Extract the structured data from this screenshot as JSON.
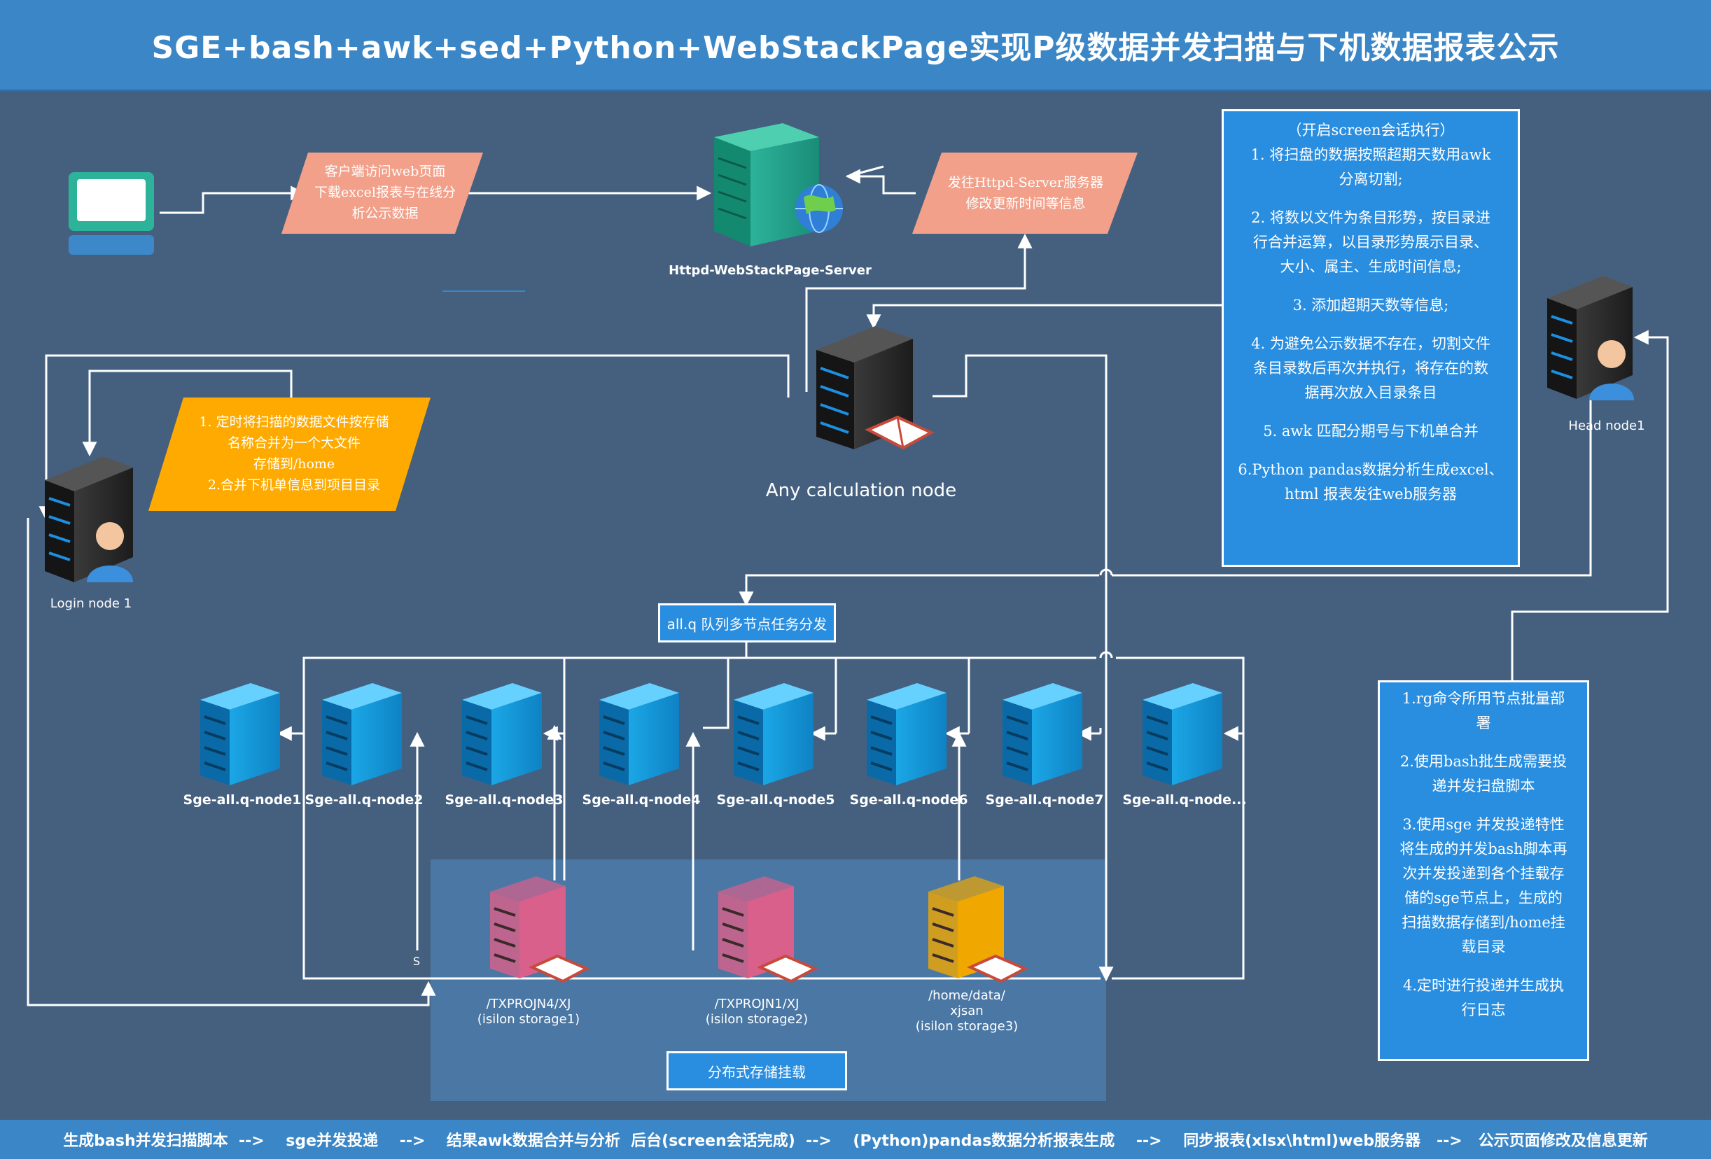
{
  "title": "SGE+bash+awk+sed+Python+WebStackPage实现P级数据并发扫描与下机数据报表公示",
  "footer": "生成bash并发扫描脚本  -->    sge并发投递    -->    结果awk数据合并与分析  后台(screen会话完成)  -->    (Python)pandas数据分析报表生成    -->    同步报表(xlsx\\html)web服务器   -->   公示页面修改及信息更新",
  "client_box": {
    "lines": [
      "客户端访问web页面",
      "下载excel报表与在线分",
      "析公示数据"
    ]
  },
  "send_box": {
    "lines": [
      "发往Httpd-Server服务器",
      "修改更新时间等信息"
    ]
  },
  "httpd_server": {
    "label": "Httpd-WebStackPage-Server"
  },
  "calc_node": {
    "label": "Any calculation node"
  },
  "login_node": {
    "label": "Login node 1"
  },
  "head_node": {
    "label": "Head node1"
  },
  "merge_box": {
    "lines": [
      "1. 定时将扫描的数据文件按存储",
      "名称合并为一个大文件",
      "存储到/home",
      "2.合并下机单信息到项目目录"
    ]
  },
  "screen_box": {
    "lines": [
      "（开启screen会话执行）",
      "1. 将扫盘的数据按照超期天数用awk",
      "分离切割;",
      "",
      "2. 将数以文件为条目形势，按目录进",
      "行合并运算，以目录形势展示目录、",
      "大小、属主、生成时间信息;",
      "",
      "3. 添加超期天数等信息;",
      "",
      "4. 为避免公示数据不存在，切割文件",
      "条目录数后再次并执行，将存在的数",
      "据再次放入目录条目",
      "",
      "5. awk 匹配分期号与下机单合并",
      "",
      "6.Python pandas数据分析生成excel、",
      "html 报表发往web服务器"
    ]
  },
  "rg_box": {
    "lines": [
      "1.rg命令所用节点批量部",
      "署",
      "",
      "2.使用bash批生成需要投",
      "递并发扫盘脚本",
      "",
      "3.使用sge 并发投递特性",
      "将生成的并发bash脚本再",
      "次并发投递到各个挂载存",
      "储的sge节点上，生成的",
      "扫描数据存储到/home挂",
      "载目录",
      "",
      "4.定时进行投递并生成执",
      "行日志"
    ]
  },
  "queue_box": {
    "label": "all.q 队列多节点任务分发"
  },
  "sge_nodes": [
    "Sge-all.q-node1",
    "Sge-all.q-node2",
    "Sge-all.q-node3",
    "Sge-all.q-node4",
    "Sge-all.q-node5",
    "Sge-all.q-node6",
    "Sge-all.q-node7",
    "Sge-all.q-node..."
  ],
  "storages": [
    {
      "lines": [
        "/TXPROJN4/XJ",
        "(isilon storage1)"
      ],
      "color": "#d9608a"
    },
    {
      "lines": [
        "/TXPROJN1/XJ",
        "(isilon storage2)"
      ],
      "color": "#d9608a"
    },
    {
      "lines": [
        "/home/data/",
        "xjsan",
        "(isilon storage3)"
      ],
      "color": "#f0a800"
    }
  ],
  "storage_box": {
    "label": "分布式存储挂载"
  },
  "s_mark": "S",
  "colors": {
    "background": "#45607f",
    "title_bar": "#3b86c6",
    "salmon": "#f2a08a",
    "orange": "#ffaa00",
    "text_box": "#2a8ee0",
    "sge_blue": "#1ba7e6",
    "storage_area": "#4a7aa8"
  }
}
